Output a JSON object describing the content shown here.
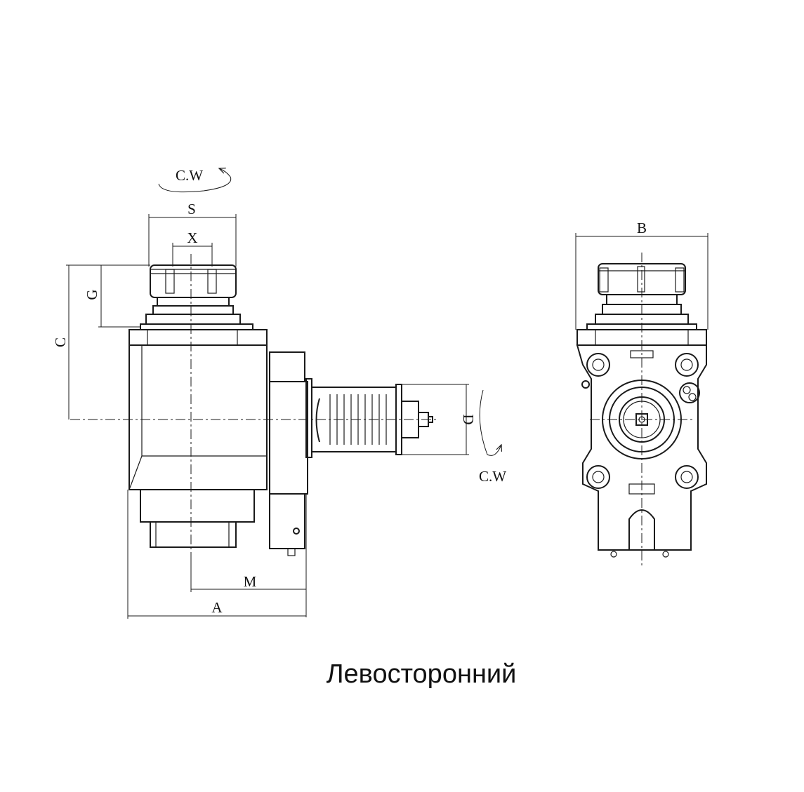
{
  "caption": "Левосторонний",
  "labels": {
    "rotation_top": "C.W",
    "rotation_side": "C.W",
    "S": "S",
    "X": "X",
    "G": "G",
    "C": "C",
    "D": "D",
    "M": "M",
    "A": "A",
    "B": "B"
  }
}
